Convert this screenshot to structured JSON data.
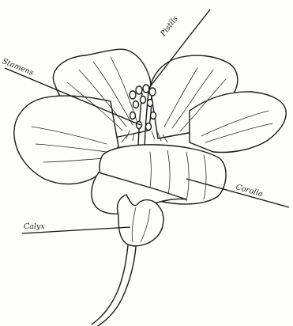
{
  "labels": {
    "pistils": "Pistils",
    "stamens": "Stamens",
    "corolla": "Corolla",
    "calyx": "Calyx"
  },
  "colors": {
    "ink": "#1c1c1c",
    "paper": "#fdfdfb"
  }
}
